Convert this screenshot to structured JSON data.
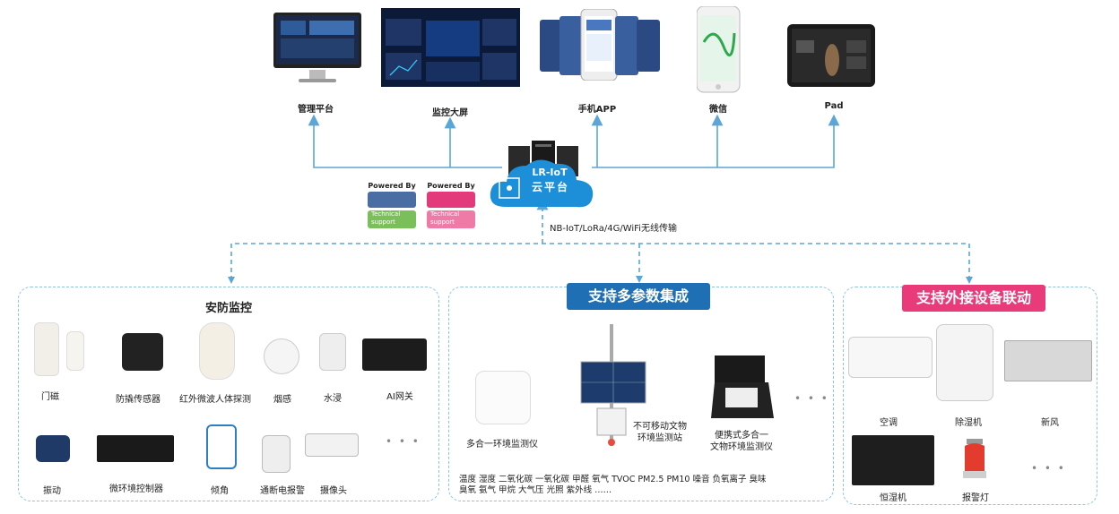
{
  "terminals": {
    "mgmt": "管理平台",
    "screen": "监控大屏",
    "app": "手机APP",
    "wechat": "微信",
    "pad": "Pad"
  },
  "cloud": {
    "line1": "LR-IoT",
    "line2": "云平台",
    "transport": "NB-IoT/LoRa/4G/WiFi无线传输"
  },
  "badges": {
    "powered": "Powered By",
    "tech1": "Technical",
    "tech2": "support"
  },
  "security": {
    "title": "安防监控",
    "items": [
      "门磁",
      "防撬传感器",
      "红外微波人体探测",
      "烟感",
      "水浸",
      "AI网关",
      "振动",
      "微环境控制器",
      "倾角",
      "通断电报警",
      "摄像头"
    ],
    "more": "• • •"
  },
  "multi": {
    "title": "支持多参数集成",
    "dev1": "多合一环境监测仪",
    "dev2a": "不可移动文物",
    "dev2b": "环境监测站",
    "dev3a": "便携式多合一",
    "dev3b": "文物环境监测仪",
    "params1": "温度  湿度  二氧化碳  一氧化碳  甲醛  氧气  TVOC  PM2.5  PM10  噪音  负氧离子  臭味",
    "params2": "臭氧  氨气  甲烷  大气压  光照  紫外线  ……",
    "more": "• • •"
  },
  "external": {
    "title": "支持外接设备联动",
    "items": [
      "空调",
      "除湿机",
      "新风",
      "恒湿机",
      "报警灯"
    ],
    "more": "• • •"
  },
  "colors": {
    "line": "#5aa6d6",
    "blue_banner": "#1f6fb5",
    "pink_banner": "#e93a7a"
  }
}
